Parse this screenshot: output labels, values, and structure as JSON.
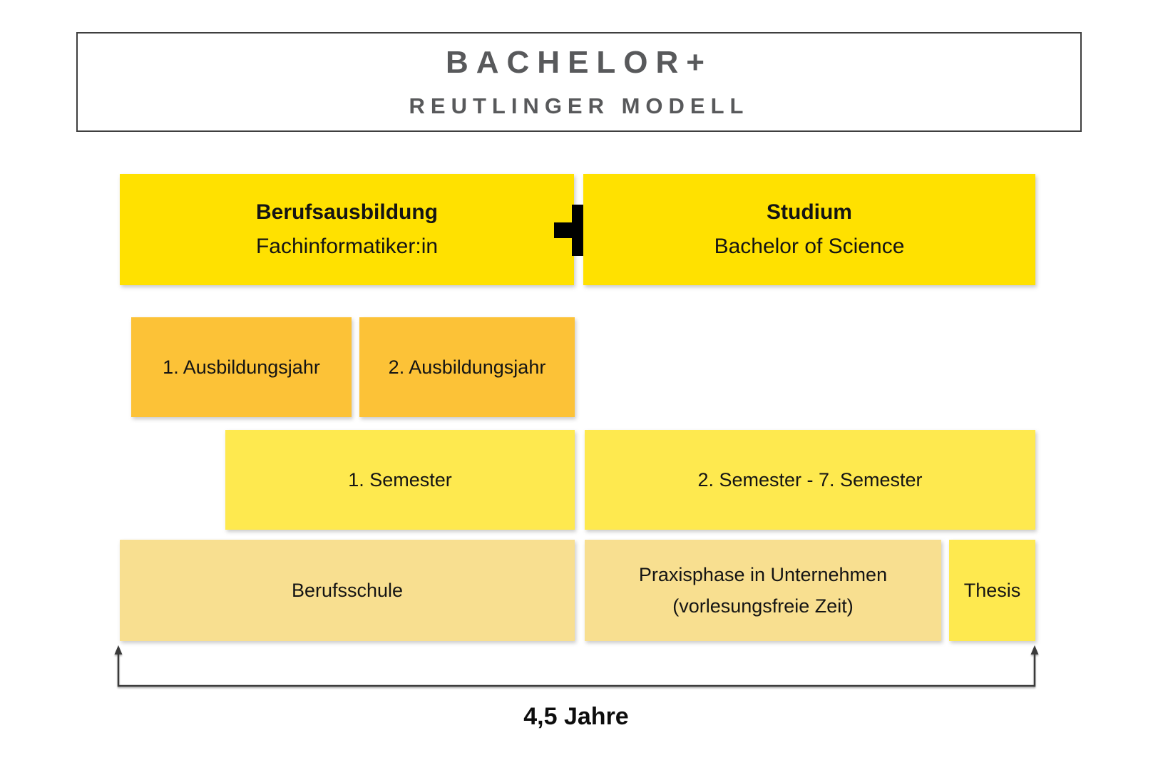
{
  "title": {
    "line1": "BACHELOR+",
    "line2": "REUTLINGER MODELL"
  },
  "top_row": {
    "left": {
      "title": "Berufsausbildung",
      "subtitle": "Fachinformatiker:in"
    },
    "plus_symbol": "+",
    "right": {
      "title": "Studium",
      "subtitle": "Bachelor of Science"
    }
  },
  "ausbildung_row": {
    "year1": "1. Ausbildungsjahr",
    "year2": "2. Ausbildungsjahr"
  },
  "semester_row": {
    "first": "1. Semester",
    "rest": "2. Semester - 7. Semester"
  },
  "bottom_row": {
    "berufsschule": "Berufsschule",
    "praxisphase_line1": "Praxisphase in Unternehmen",
    "praxisphase_line2": "(vorlesungsfreie Zeit)",
    "thesis": "Thesis"
  },
  "duration": {
    "label": "4,5 Jahre"
  },
  "colors": {
    "bright_yellow": "#FFE100",
    "orange": "#FCC237",
    "mid_yellow": "#FEE94F",
    "pale_yellow": "#F8DF90",
    "title_text": "#58595B",
    "bracket_line": "#3A3A3A",
    "text": "#141414"
  }
}
